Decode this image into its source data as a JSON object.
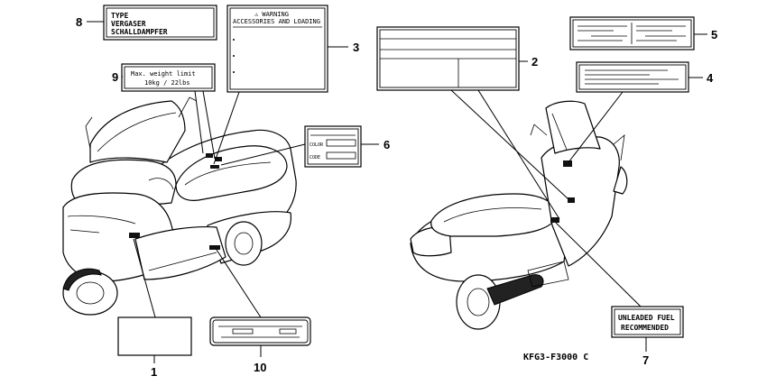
{
  "drawing_code": "KFG3-F3000 C",
  "callouts": [
    {
      "id": "1",
      "number": "1"
    },
    {
      "id": "2",
      "number": "2"
    },
    {
      "id": "3",
      "number": "3"
    },
    {
      "id": "4",
      "number": "4"
    },
    {
      "id": "5",
      "number": "5"
    },
    {
      "id": "6",
      "number": "6"
    },
    {
      "id": "7",
      "number": "7"
    },
    {
      "id": "8",
      "number": "8"
    },
    {
      "id": "9",
      "number": "9"
    },
    {
      "id": "10",
      "number": "10"
    }
  ],
  "labels": {
    "type_label": {
      "line1": "TYPE",
      "line2": "VERGASER",
      "line3": "SCHALLDAMPFER"
    },
    "warning_label": {
      "line1": "⚠ WARNING",
      "line2": "ACCESSORIES AND LOADING"
    },
    "weight_label": {
      "line1": "Max. weight limit",
      "line2": "10kg / 22lbs"
    },
    "color_label": {
      "row1": "COLOR",
      "row2": "CODE"
    },
    "fuel_label": {
      "line1": "UNLEADED FUEL",
      "line2": "RECOMMENDED"
    }
  }
}
